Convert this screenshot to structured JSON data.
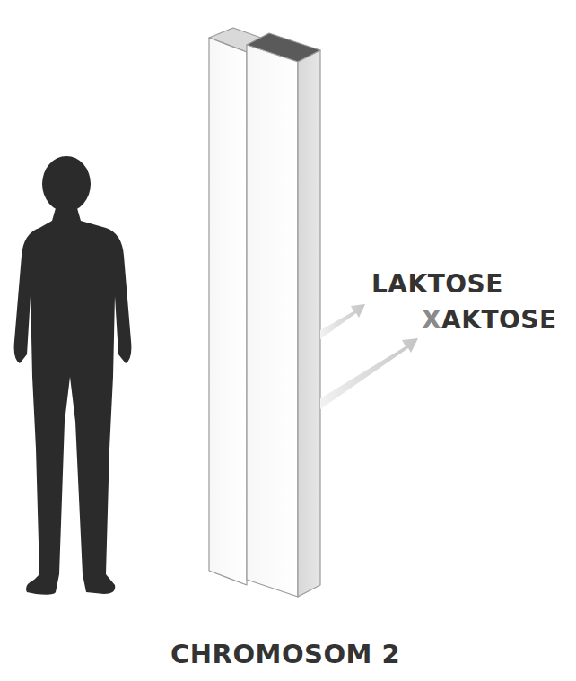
{
  "diagram": {
    "caption": "CHROMOSOM 2",
    "labels": [
      "LAKTOSE",
      "XAKTOSE"
    ]
  }
}
